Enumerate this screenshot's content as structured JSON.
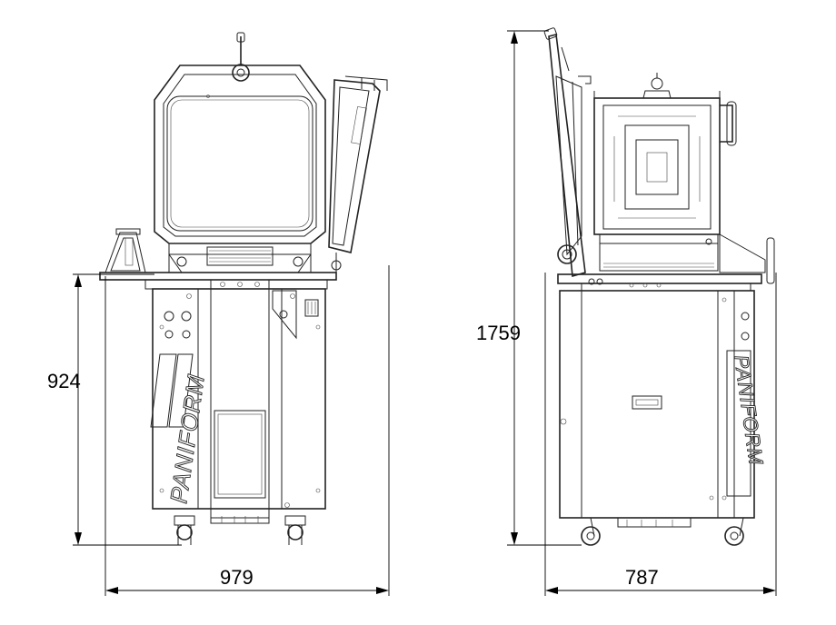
{
  "brand_text": "PANIFORM",
  "dimensions": {
    "front_height": "924",
    "front_width": "979",
    "side_height": "1759",
    "side_depth": "787"
  },
  "colors": {
    "line": "#222222",
    "background": "#ffffff"
  }
}
